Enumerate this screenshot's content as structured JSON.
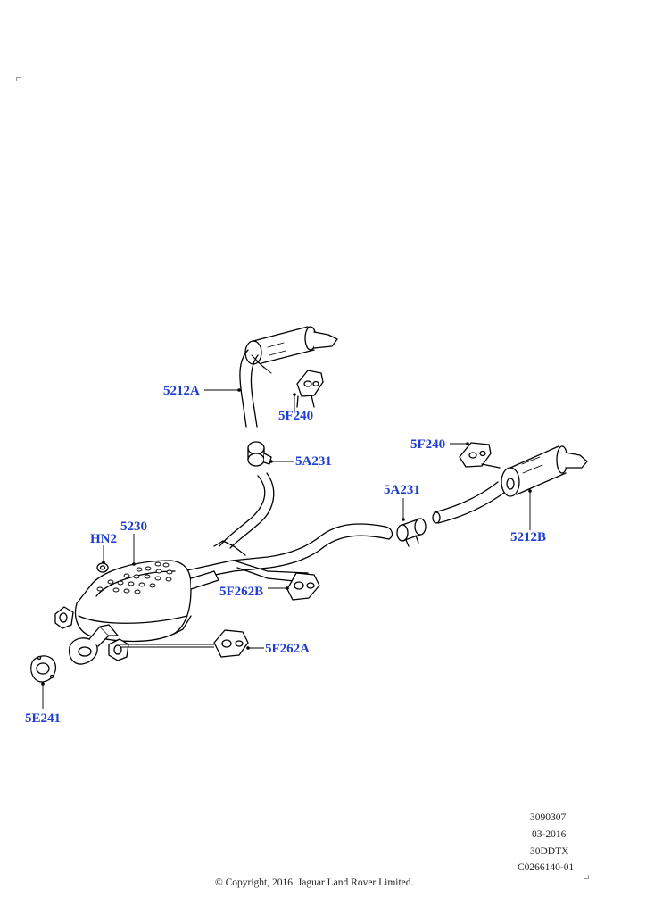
{
  "callouts": {
    "c5212A": "5212A",
    "c5F240a": "5F240",
    "c5A231a": "5A231",
    "c5F240b": "5F240",
    "c5A231b": "5A231",
    "c5212B": "5212B",
    "c5230": "5230",
    "cHN2": "HN2",
    "c5F262B": "5F262B",
    "c5F262A": "5F262A",
    "c5E241": "5E241"
  },
  "info": {
    "line1": "3090307",
    "line2": "03-2016",
    "line3": "30DDTX",
    "line4": "C0266140-01"
  },
  "copyright": "© Copyright, 2016. Jaguar Land Rover Limited.",
  "colors": {
    "callout": "#1f3fd0",
    "line": "#000000"
  }
}
